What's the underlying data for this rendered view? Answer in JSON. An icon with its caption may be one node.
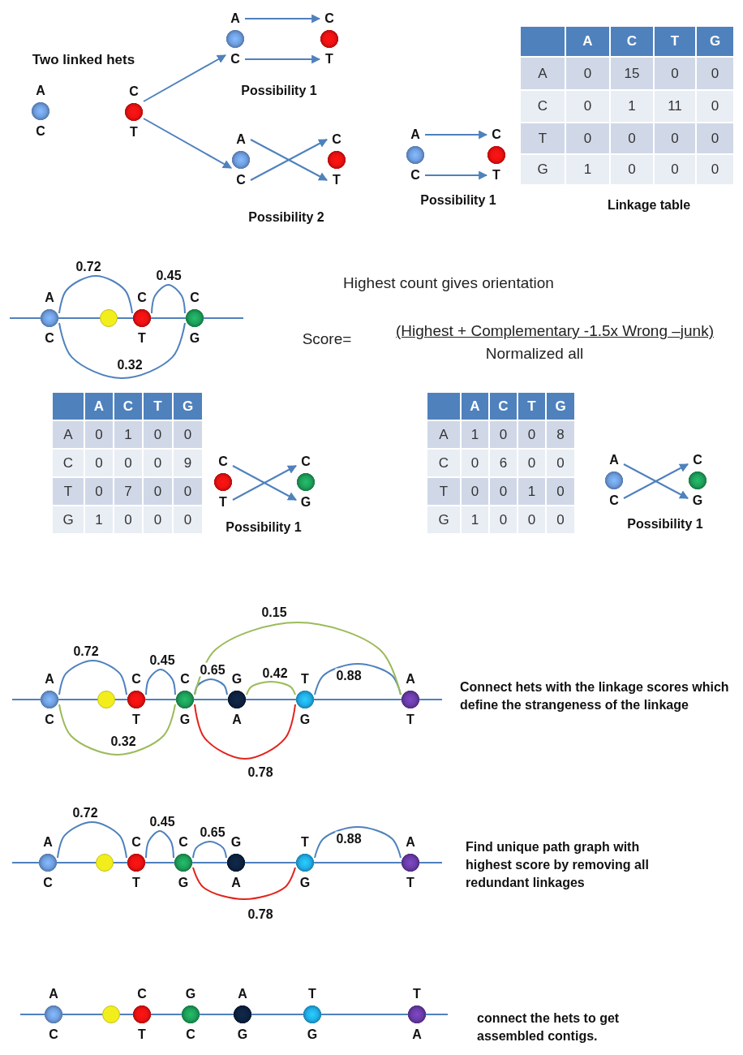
{
  "diagram": {
    "nodes": [
      {
        "text": [
          "A",
          "C"
        ]
      },
      {
        "text": [
          "C",
          "T"
        ]
      },
      {
        "text": [
          "A",
          "C"
        ]
      },
      {
        "text": [
          "C",
          "T"
        ]
      },
      {
        "text": [
          "A",
          "C"
        ]
      },
      {
        "text": [
          "C",
          "T"
        ]
      },
      {
        "text": [
          "A",
          "C"
        ]
      },
      {
        "text": [
          "C",
          "T"
        ]
      },
      {
        "text": [
          "A",
          "C"
        ]
      },
      {
        "text": [],
        "shape": "circle"
      },
      {
        "text": [
          "C",
          "T"
        ]
      },
      {
        "text": [
          "C",
          "G"
        ]
      },
      {
        "text": [
          "C",
          "T"
        ]
      },
      {
        "text": [
          "C",
          "G"
        ]
      },
      {
        "text": [
          "A",
          "C"
        ]
      },
      {
        "text": [
          "C",
          "G"
        ]
      },
      {
        "text": [
          "A",
          "C"
        ]
      },
      {
        "text": [],
        "shape": "circle"
      },
      {
        "text": [
          "C",
          "T"
        ]
      },
      {
        "text": [
          "C",
          "G"
        ]
      },
      {
        "text": [
          "G",
          "A"
        ]
      },
      {
        "text": [
          "T",
          "G"
        ]
      },
      {
        "text": [
          "A",
          "T"
        ]
      },
      {
        "text": [
          "A",
          "C"
        ]
      },
      {
        "text": [],
        "shape": "circle"
      },
      {
        "text": [
          "C",
          "T"
        ]
      },
      {
        "text": [
          "C",
          "G"
        ]
      },
      {
        "text": [
          "G",
          "A"
        ]
      },
      {
        "text": [
          "T",
          "G"
        ]
      },
      {
        "text": [
          "A",
          "T"
        ]
      },
      {
        "text": [
          "A",
          "C"
        ]
      },
      {
        "text": [],
        "shape": "circle"
      },
      {
        "text": [
          "C",
          "T"
        ]
      },
      {
        "text": [
          "G",
          "C"
        ]
      },
      {
        "text": [
          "A",
          "G"
        ]
      },
      {
        "text": [
          "T",
          "G"
        ]
      },
      {
        "text": [
          "T",
          "A"
        ]
      }
    ],
    "edges": [
      {
        "from": 1,
        "to": 2,
        "arrow": "to"
      },
      {
        "from": 1,
        "to": 4,
        "arrow": "to"
      },
      {
        "from": 2,
        "to": 3,
        "arrow": "to"
      },
      {
        "from": 2,
        "to": 3,
        "arrow": "to"
      },
      {
        "from": 4,
        "to": 5,
        "arrow": "to"
      },
      {
        "from": 4,
        "to": 5,
        "arrow": "to"
      },
      {
        "from": 6,
        "to": 7,
        "arrow": "to"
      },
      {
        "from": 6,
        "to": 7,
        "arrow": "to"
      },
      {
        "from": 8,
        "to": 10,
        "arrow": "none",
        "label": "0.72"
      },
      {
        "from": 10,
        "to": 11,
        "arrow": "none",
        "label": "0.45"
      },
      {
        "from": 8,
        "to": 11,
        "arrow": "none",
        "label": "0.32"
      },
      {
        "from": 12,
        "to": 13,
        "arrow": "to"
      },
      {
        "from": 12,
        "to": 13,
        "arrow": "to"
      },
      {
        "from": 14,
        "to": 15,
        "arrow": "to"
      },
      {
        "from": 14,
        "to": 15,
        "arrow": "to"
      },
      {
        "from": 16,
        "to": 18,
        "arrow": "none",
        "label": "0.72"
      },
      {
        "from": 18,
        "to": 19,
        "arrow": "none",
        "label": "0.45"
      },
      {
        "from": 19,
        "to": 20,
        "arrow": "none",
        "label": "0.65"
      },
      {
        "from": 20,
        "to": 21,
        "arrow": "none",
        "label": "0.42",
        "color": "#9bbb59"
      },
      {
        "from": 21,
        "to": 22,
        "arrow": "none",
        "label": "0.88"
      },
      {
        "from": 19,
        "to": 22,
        "arrow": "none",
        "label": "0.15",
        "color": "#9bbb59"
      },
      {
        "from": 16,
        "to": 19,
        "arrow": "none",
        "label": "0.32",
        "color": "#9bbb59"
      },
      {
        "from": 19,
        "to": 21,
        "arrow": "none",
        "label": "0.78",
        "color": "#e3231c"
      },
      {
        "from": 23,
        "to": 25,
        "arrow": "none",
        "label": "0.72"
      },
      {
        "from": 25,
        "to": 26,
        "arrow": "none",
        "label": "0.45"
      },
      {
        "from": 26,
        "to": 27,
        "arrow": "none",
        "label": "0.65"
      },
      {
        "from": 28,
        "to": 29,
        "arrow": "none",
        "label": "0.88"
      },
      {
        "from": 26,
        "to": 28,
        "arrow": "none",
        "label": "0.78",
        "color": "#e3231c"
      }
    ],
    "labels": [
      "Two linked hets",
      "Possibility 1",
      "A",
      "C",
      "T",
      "G",
      "A",
      "0",
      "15",
      "0",
      "0",
      "C",
      "0",
      "1",
      "11",
      "0",
      "T",
      "0",
      "0",
      "0",
      "0",
      "G",
      "1",
      "0",
      "0",
      "0",
      "Possibility 2",
      "Possibility 1",
      "Linkage table",
      "Highest count gives orientation",
      "Score=",
      "(Highest + Complementary -1.5x Wrong –junk)",
      "Normalized all",
      "A",
      "C",
      "T",
      "G",
      "A",
      "0",
      "1",
      "0",
      "0",
      "C",
      "0",
      "0",
      "0",
      "9",
      "T",
      "0",
      "7",
      "0",
      "0",
      "G",
      "1",
      "0",
      "0",
      "0",
      "Possibility 1",
      "A",
      "C",
      "T",
      "G",
      "A",
      "1",
      "0",
      "0",
      "8",
      "C",
      "0",
      "6",
      "0",
      "0",
      "T",
      "0",
      "0",
      "1",
      "0",
      "G",
      "1",
      "0",
      "0",
      "0",
      "Possibility 1",
      "Connect hets with the linkage scores which define the strangeness of the linkage",
      "Find unique path graph with highest score by removing all redundant linkages",
      "connect the hets to get assembled contigs."
    ]
  }
}
